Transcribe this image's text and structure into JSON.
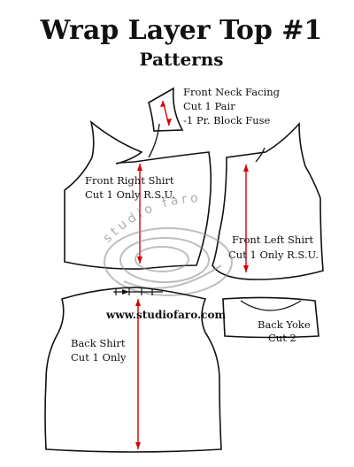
{
  "header": {
    "title": "Wrap Layer Top #1",
    "subtitle": "Patterns"
  },
  "pieces": {
    "front_neck_facing": {
      "line1": "Front Neck Facing",
      "line2": "Cut 1 Pair",
      "line3": "-1 Pr. Block Fuse"
    },
    "front_right_shirt": {
      "line1": "Front Right Shirt",
      "line2": "Cut 1 Only R.S.U."
    },
    "front_left_shirt": {
      "line1": "Front Left Shirt",
      "line2": "Cut 1 Only R.S.U."
    },
    "back_shirt": {
      "line1": "Back Shirt",
      "line2": "Cut 1 Only"
    },
    "back_yoke": {
      "line1": "Back Yoke",
      "line2": "Cut 2"
    }
  },
  "watermark": {
    "logo_text": "studio faro",
    "url": "www.studiofaro.com"
  },
  "colors": {
    "outline": "#111111",
    "grainline": "#d40000",
    "watermark": "#8a8a8a"
  }
}
